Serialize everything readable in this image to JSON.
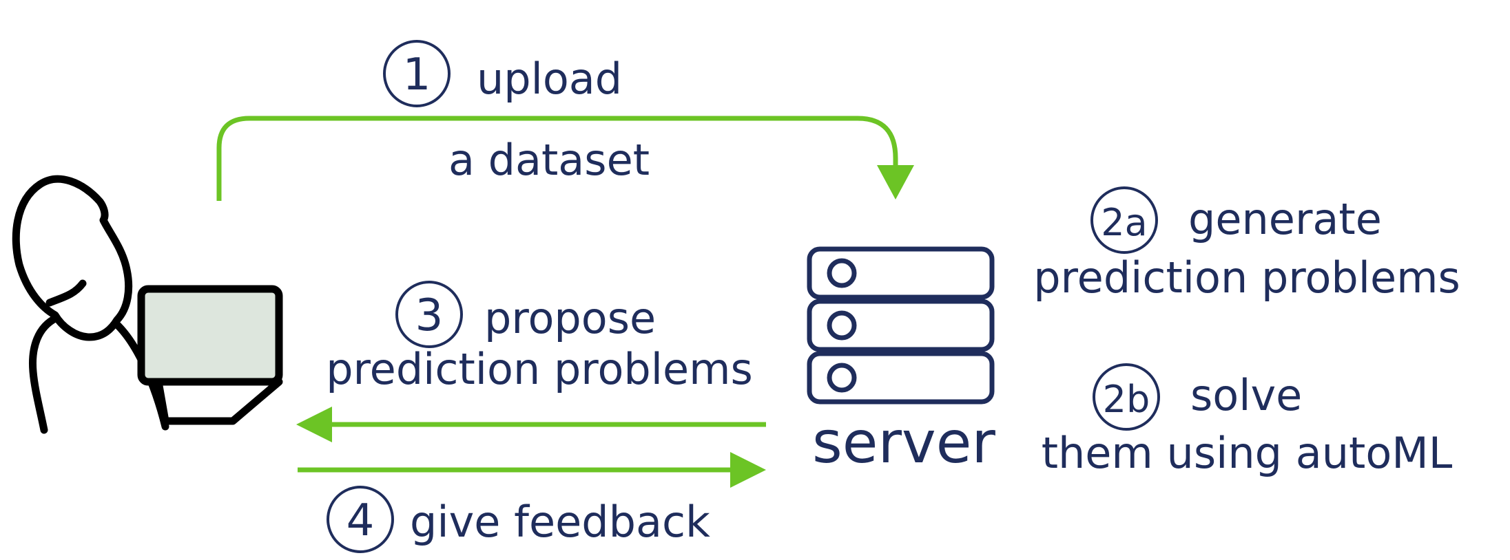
{
  "steps": {
    "upload": {
      "number": "1",
      "line1": "upload",
      "line2": "a dataset"
    },
    "generate": {
      "number": "2a",
      "line1": "generate",
      "line2": "prediction problems"
    },
    "solve": {
      "number": "2b",
      "line1": "solve",
      "line2": "them using autoML"
    },
    "propose": {
      "number": "3",
      "line1": "propose",
      "line2": "prediction problems"
    },
    "feedback": {
      "number": "4",
      "line1": "give feedback"
    }
  },
  "server": {
    "label": "server",
    "icon": "server-icon"
  },
  "user": {
    "icon": "person-with-laptop-icon"
  },
  "colors": {
    "arrow": "#6cc425",
    "text": "#1f2d5c",
    "outline": "#000000",
    "laptop_screen": "#dde6dd"
  }
}
